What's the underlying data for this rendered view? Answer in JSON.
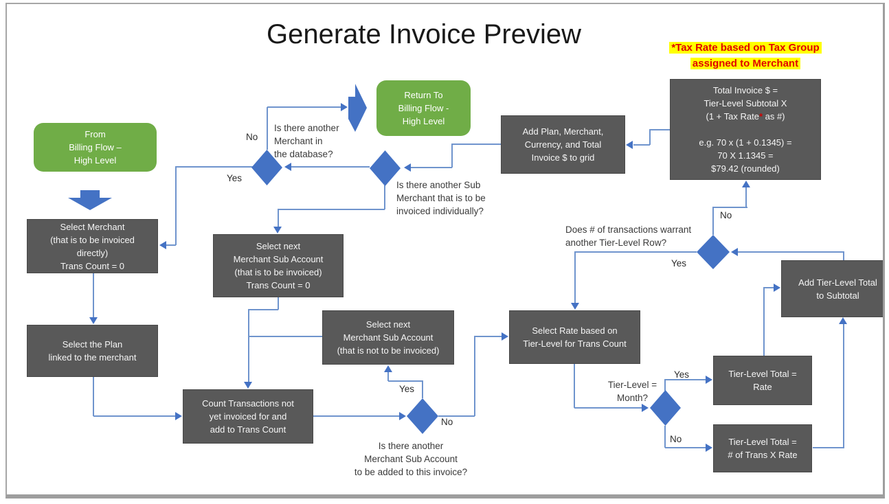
{
  "title": "Generate Invoice Preview",
  "note": {
    "line1": "*Tax Rate based on Tax Group",
    "line2": "assigned to Merchant"
  },
  "colors": {
    "node_dark": "#595959",
    "node_green": "#70ad47",
    "shape_blue": "#4472c4",
    "connector": "#6f94cd",
    "note_text": "#e10000",
    "note_highlight": "#ffff00"
  },
  "nodes": {
    "from_billing": {
      "lines": [
        "From",
        "Billing Flow –",
        "High Level"
      ]
    },
    "return_billing": {
      "lines": [
        "Return To",
        "Billing Flow -",
        "High Level"
      ]
    },
    "select_merchant": {
      "lines": [
        "Select Merchant",
        "(that is to be invoiced",
        "directly)",
        "Trans Count = 0"
      ]
    },
    "select_plan": {
      "lines": [
        "Select the Plan",
        "linked to the merchant"
      ]
    },
    "count_transactions": {
      "lines": [
        "Count Transactions not",
        "yet invoiced for and",
        "add to Trans Count"
      ]
    },
    "next_sub_invoiced": {
      "lines": [
        "Select next",
        "Merchant Sub Account",
        "(that is to be invoiced)",
        "Trans Count = 0"
      ]
    },
    "next_sub_not_invoiced": {
      "lines": [
        "Select next",
        "Merchant Sub Account",
        "(that is not to be invoiced)"
      ]
    },
    "add_plan": {
      "lines": [
        "Add Plan, Merchant,",
        "Currency, and Total",
        "Invoice $ to grid"
      ]
    },
    "total_invoice": {
      "line1": "Total Invoice $ =",
      "line2": "Tier-Level Subtotal X",
      "line3_pre": "(1 + Tax Rate",
      "line3_star": "*",
      "line3_post": " as #)",
      "line4": "e.g. 70 x (1 + 0.1345) =",
      "line5": "70 X 1.1345 =",
      "line6": "$79.42 (rounded)"
    },
    "select_rate": {
      "lines": [
        "Select Rate based on",
        "Tier-Level for Trans Count"
      ]
    },
    "tier_rate": {
      "lines": [
        "Tier-Level Total  =",
        "Rate"
      ]
    },
    "tier_trans": {
      "lines": [
        "Tier-Level Total  =",
        "# of Trans X Rate"
      ]
    },
    "add_tier": {
      "lines": [
        "Add Tier-Level Total",
        "to Subtotal"
      ]
    }
  },
  "decisions": {
    "another_merchant": {
      "lines": [
        "Is there another",
        "Merchant in",
        "the database?"
      ]
    },
    "another_sub_individual": {
      "lines": [
        "Is there another Sub",
        "Merchant that is to be",
        "invoiced individually?"
      ]
    },
    "another_sub_account": {
      "lines": [
        "Is there another",
        "Merchant Sub Account",
        "to be added to this invoice?"
      ]
    },
    "tier_level_month": {
      "lines": [
        "Tier-Level =",
        "Month?"
      ]
    },
    "transactions_warrant": {
      "lines": [
        "Does # of transactions warrant",
        "another Tier-Level Row?"
      ]
    }
  },
  "labels": {
    "yes": "Yes",
    "no": "No"
  }
}
